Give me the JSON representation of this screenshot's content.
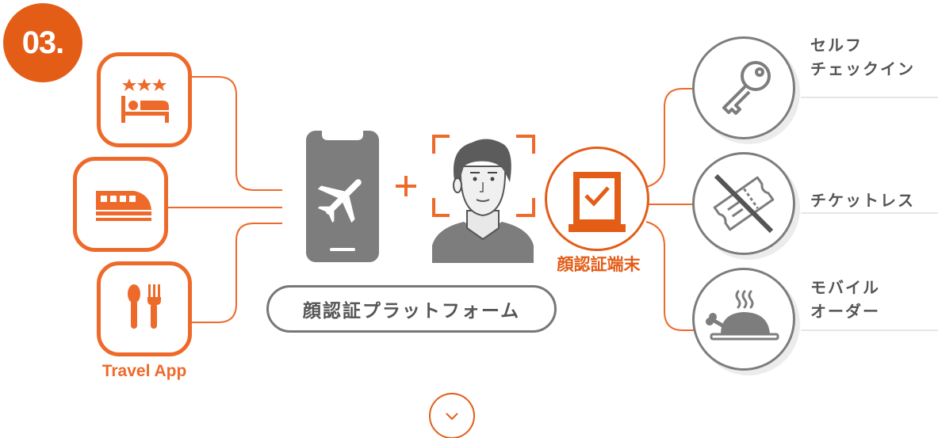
{
  "step_number": "03.",
  "travel_app": {
    "label": "Travel App",
    "items": [
      {
        "name": "hotel",
        "icon": "hotel-bed-icon"
      },
      {
        "name": "train",
        "icon": "train-icon"
      },
      {
        "name": "restaurant",
        "icon": "fork-spoon-icon"
      }
    ]
  },
  "platform": {
    "label": "顔認証プラットフォーム",
    "phone_icon": "airplane-icon",
    "plus_symbol": "+",
    "face_icon": "face-scan-icon"
  },
  "terminal": {
    "label": "顔認証端末",
    "icon": "checkbox-terminal-icon"
  },
  "services": [
    {
      "lines": [
        "セルフ",
        "チェックイン"
      ],
      "icon": "key-icon"
    },
    {
      "lines": [
        "チケットレス"
      ],
      "icon": "ticket-crossed-icon"
    },
    {
      "lines": [
        "モバイル",
        "オーダー"
      ],
      "icon": "food-cloche-icon"
    }
  ],
  "scroll_icon": "chevron-down-icon",
  "colors": {
    "accent": "#e35d17",
    "app_orange": "#ee6a2b",
    "gray": "#777777",
    "dark_gray": "#555555"
  }
}
